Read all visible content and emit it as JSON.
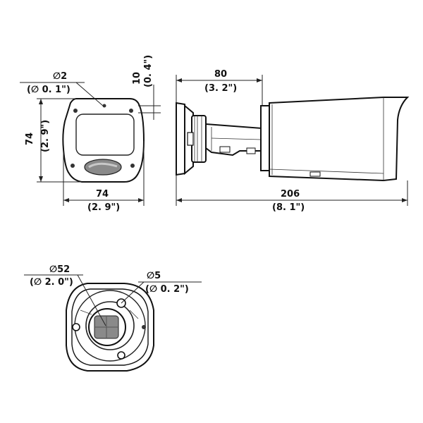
{
  "labels": {
    "front_hole_dia": "∅2",
    "front_hole_dia_in": "(∅ 0. 1\")",
    "front_offset": "10",
    "front_offset_in": "(0. 4\")",
    "front_height": "74",
    "front_height_in": "(2. 9\")",
    "front_width": "74",
    "front_width_in": "(2. 9\")",
    "side_mount_len": "80",
    "side_mount_len_in": "(3. 2\")",
    "side_total_len": "206",
    "side_total_len_in": "(8. 1\")",
    "base_bore_dia": "∅52",
    "base_bore_dia_in": "(∅ 2. 0\")",
    "base_hole_dia": "∅5",
    "base_hole_dia_in": "(∅ 0. 2\")"
  }
}
